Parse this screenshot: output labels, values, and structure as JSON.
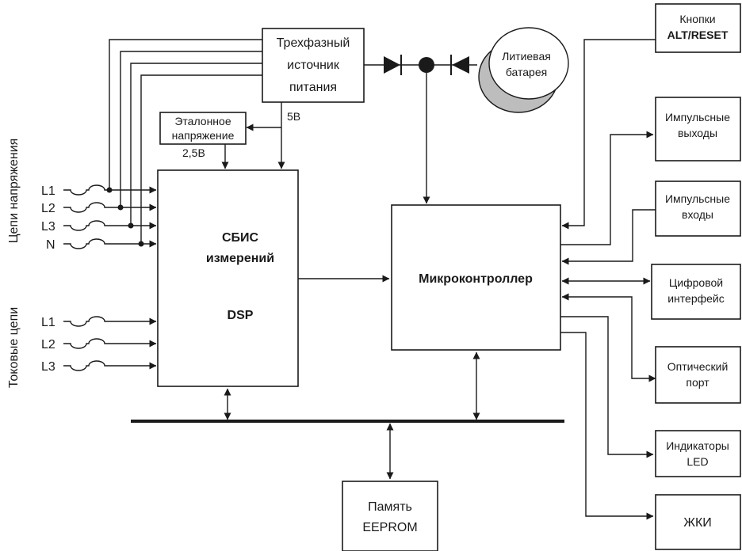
{
  "power_supply": [
    "Трехфазный",
    "источник",
    "питания"
  ],
  "reference": [
    "Эталонное",
    "напряжение"
  ],
  "label_5v": "5В",
  "label_2_5v": "2,5В",
  "battery": [
    "Литиевая",
    "батарея"
  ],
  "dsp": {
    "line1": "СБИС",
    "line2": "измерений",
    "line3": "DSP"
  },
  "mcu": "Микроконтроллер",
  "eeprom": [
    "Память",
    "EEPROM"
  ],
  "voltage_group": "Цепи напряжения",
  "current_group": "Токовые цепи",
  "voltage_inputs": [
    "L1",
    "L2",
    "L3",
    "N"
  ],
  "current_inputs": [
    "L1",
    "L2",
    "L3"
  ],
  "buttons": {
    "line1": "Кнопки",
    "line2": "ALT/RESET"
  },
  "pulse_out": [
    "Импульсные",
    "выходы"
  ],
  "pulse_in": [
    "Импульсные",
    "входы"
  ],
  "digital_if": [
    "Цифровой",
    "интерфейс"
  ],
  "optical_port": [
    "Оптический",
    "порт"
  ],
  "led": [
    "Индикаторы",
    "LED"
  ],
  "lcd": "ЖКИ",
  "colors": {
    "line": "#1a1a1a",
    "battery_shadow": "#bdbdbd",
    "background": "#ffffff"
  }
}
